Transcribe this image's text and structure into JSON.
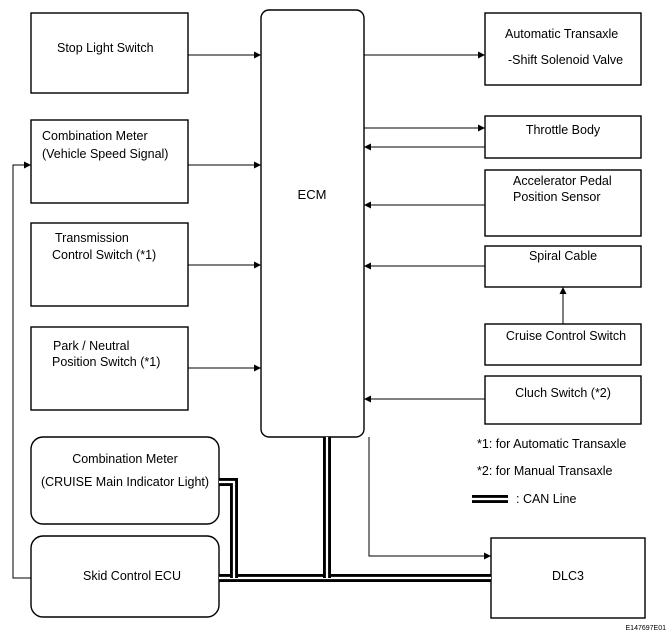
{
  "ecm": {
    "label": "ECM"
  },
  "left_boxes": {
    "stop_light": [
      "Stop Light Switch"
    ],
    "combo_meter_speed": [
      "Combination Meter",
      "(Vehicle Speed Signal)"
    ],
    "transmission_control": [
      "Transmission",
      "Control Switch (*1)"
    ],
    "park_neutral": [
      "Park / Neutral",
      "Position Switch (*1)"
    ],
    "combo_meter_cruise": [
      "Combination Meter",
      "(CRUISE Main Indicator Light)"
    ],
    "skid_control": [
      "Skid Control ECU"
    ]
  },
  "right_boxes": {
    "auto_transaxle": [
      "Automatic Transaxle",
      "-Shift Solenoid Valve"
    ],
    "throttle_body": [
      "Throttle Body"
    ],
    "accel_pedal": [
      "Accelerator Pedal",
      "Position Sensor"
    ],
    "spiral_cable": [
      "Spiral Cable"
    ],
    "cruise_switch": [
      "Cruise Control Switch"
    ],
    "clutch_switch": [
      "Cluch Switch (*2)"
    ],
    "dlc3": [
      "DLC3"
    ]
  },
  "notes": {
    "note1": "*1: for Automatic Transaxle",
    "note2": "*2: for Manual Transaxle",
    "can_legend": ": CAN Line"
  },
  "figure_code": "E147697E01"
}
